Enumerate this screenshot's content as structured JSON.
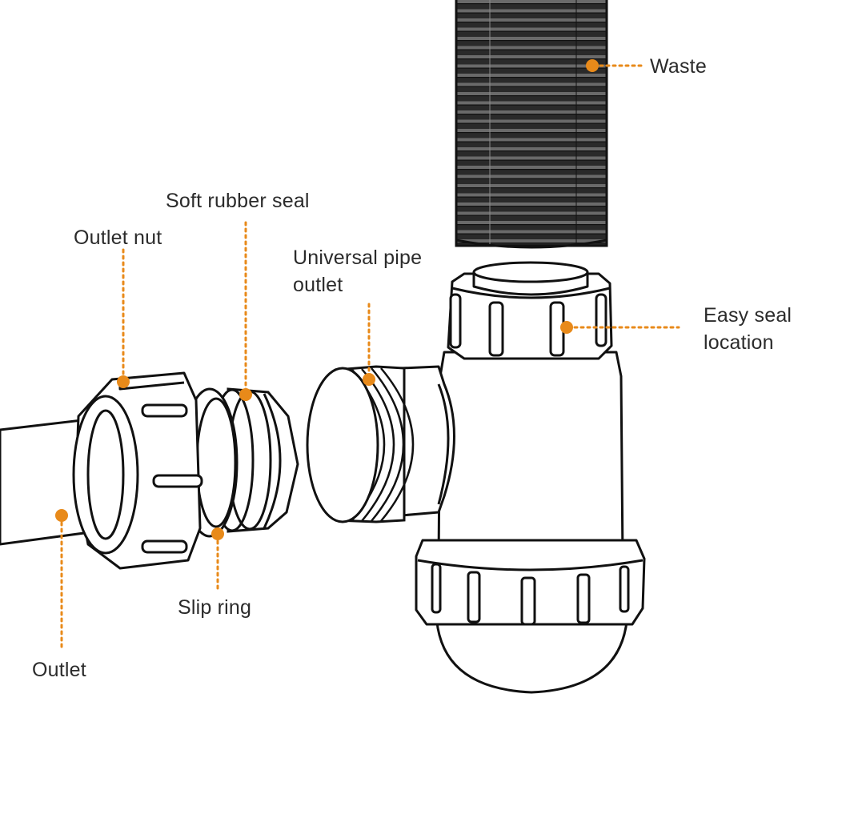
{
  "labels": {
    "waste": "Waste",
    "soft_rubber_seal": "Soft rubber seal",
    "outlet_nut": "Outlet nut",
    "universal_pipe_outlet_line1": "Universal pipe",
    "universal_pipe_outlet_line2": "outlet",
    "easy_seal_location_line1": "Easy seal",
    "easy_seal_location_line2": "location",
    "slip_ring": "Slip ring",
    "outlet": "Outlet"
  },
  "colors": {
    "callout": "#e88a1a",
    "outline": "#111111",
    "fill": "#ffffff",
    "hose": "#2a2a2a",
    "text": "#2b2b2b"
  }
}
